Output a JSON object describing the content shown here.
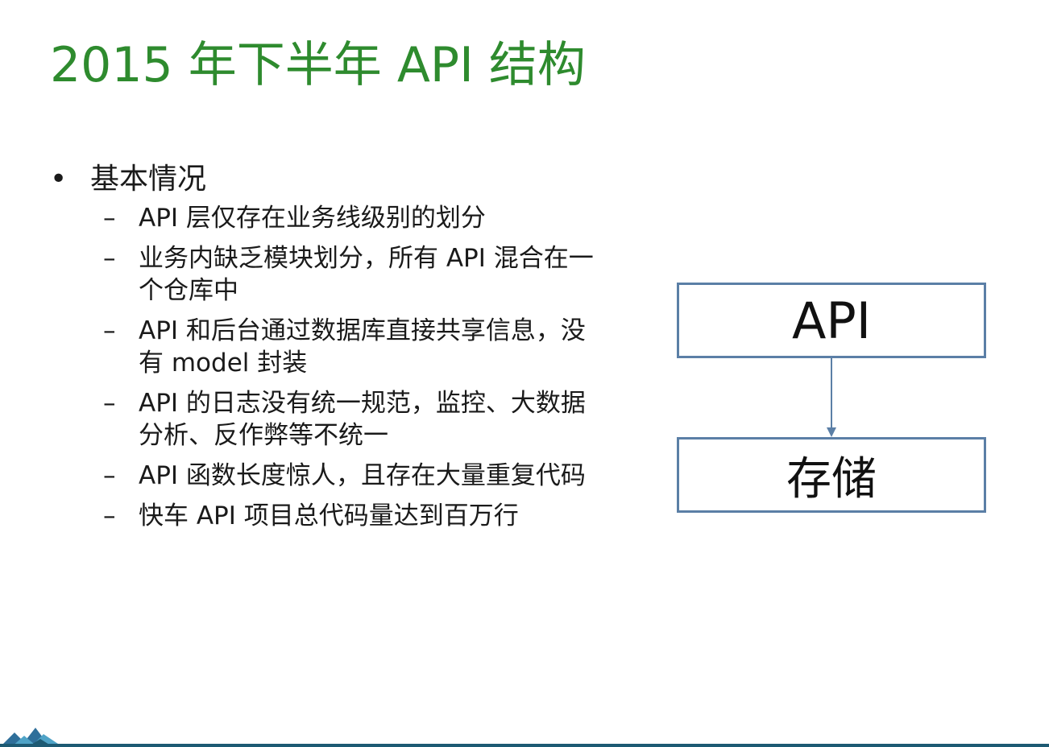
{
  "slide": {
    "title": "2015 年下半年 API 结构",
    "bullet_symbol": "•",
    "dash_symbol": "–",
    "section_heading": "基本情况",
    "points": [
      "API 层仅存在业务线级别的划分",
      "业务内缺乏模块划分，所有 API 混合在一个仓库中",
      "API 和后台通过数据库直接共享信息，没有 model 封装",
      "API 的日志没有统一规范，监控、大数据分析、反作弊等不统一",
      "API 函数长度惊人，且存在大量重复代码",
      "快车 API 项目总代码量达到百万行"
    ]
  },
  "diagram": {
    "top_box_label": "API",
    "bottom_box_label": "存储",
    "box_border_color": "#5b7fa6",
    "arrow_color": "#5b7fa6"
  },
  "theme": {
    "title_color": "#2e8b2e",
    "footer_color": "#1d5a73"
  }
}
